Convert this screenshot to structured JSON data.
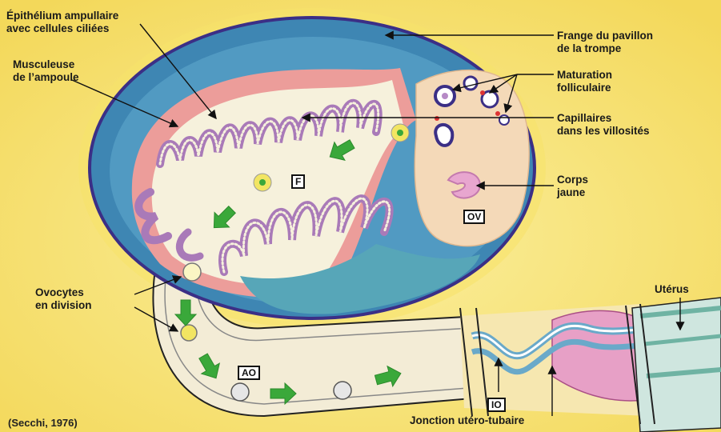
{
  "labels": {
    "epithelium": "Épithélium ampullaire\navec cellules ciliées",
    "musculeuse": "Musculeuse\nde l’ampoule",
    "ovocytes": "Ovocytes\nen division",
    "frange": "Frange du pavillon\nde la trompe",
    "maturation": "Maturation\nfolliculaire",
    "capillaires": "Capillaires\ndans les villosités",
    "corps_jaune": "Corps\njaune",
    "uterus": "Utérus",
    "jonction": "Jonction utéro-tubaire"
  },
  "boxes": {
    "F": "F",
    "OV": "OV",
    "AO": "AO",
    "IO": "IO"
  },
  "credit": "(Secchi, 1976)",
  "colors": {
    "background": "#f6e27a",
    "circle_outline": "#3b2f86",
    "villi": "#a97ab8",
    "arrows": "#3aa83a",
    "ovary": "#f4d9b8",
    "uterus_wall": "#d46aa8"
  }
}
